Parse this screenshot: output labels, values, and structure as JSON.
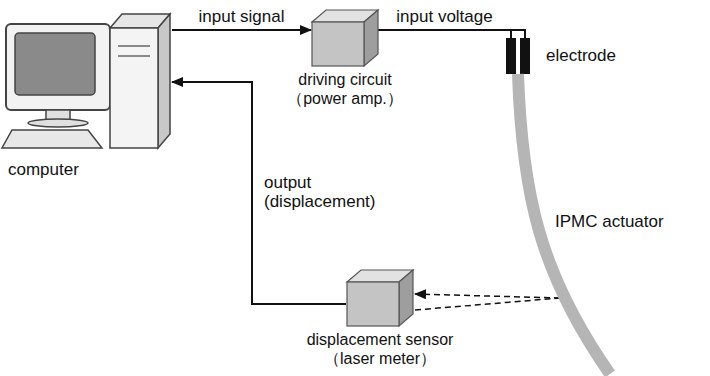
{
  "diagram": {
    "nodes": [
      {
        "text": [
          "computer"
        ]
      },
      {
        "text": [
          "driving circuit",
          "（power amp.）"
        ]
      },
      {
        "text": [
          "displacement sensor",
          "（laser meter）"
        ]
      },
      {
        "text": [
          "electrode"
        ]
      },
      {
        "text": [
          "IPMC actuator"
        ]
      }
    ],
    "edges": [
      {
        "from": 0,
        "to": 1,
        "arrow": "to",
        "label": "input signal"
      },
      {
        "from": 1,
        "to": 3,
        "arrow": "none",
        "label": "input voltage"
      },
      {
        "from": 2,
        "to": 4,
        "arrow": "none"
      },
      {
        "from": 4,
        "to": 2,
        "arrow": "to"
      },
      {
        "from": 2,
        "to": 0,
        "arrow": "to",
        "label": "output (displacement)"
      }
    ]
  }
}
